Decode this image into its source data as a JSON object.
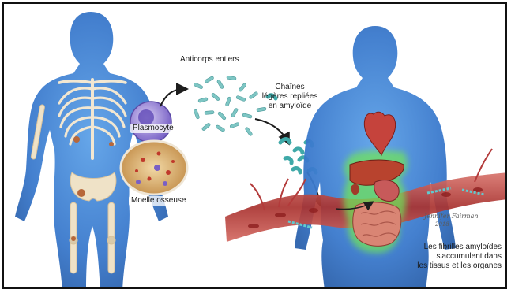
{
  "labels": {
    "antibodies": "Anticorps entiers",
    "plasmocyte": "Plasmocyte",
    "bone_marrow": "Moelle osseuse",
    "light_chains": [
      "Chaînes",
      "légères repliées",
      "en amyloïde"
    ],
    "fibrils": [
      "Les fibrilles amyloïdes",
      "s'accumulent dans",
      "les tissus et les organes"
    ]
  },
  "signature": [
    "Jennifer Fairman",
    "2018"
  ],
  "colors": {
    "body_blue": "#3f7fd0",
    "bone": "#f1e6cf",
    "plasma_cell": "#9a86d6",
    "antibody": "#7ec6c4",
    "amyloid_glow": "#6fe35a",
    "vessel": "#b73a3a",
    "liver": "#b8432e"
  }
}
